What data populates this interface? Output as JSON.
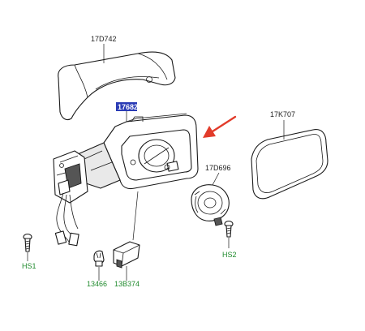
{
  "diagram": {
    "labels": {
      "cover": "17D742",
      "housing": "17682",
      "glass": "17K707",
      "actuator": "17D696",
      "screw_left": "HS1",
      "screw_right": "HS2",
      "bulb": "13466",
      "lamp": "13B374"
    },
    "colors": {
      "label_text": "#222222",
      "fastener_label": "#1f8a2c",
      "highlight_box": "#2a3bb5",
      "pointer_arrow": "#e23b2a"
    }
  }
}
